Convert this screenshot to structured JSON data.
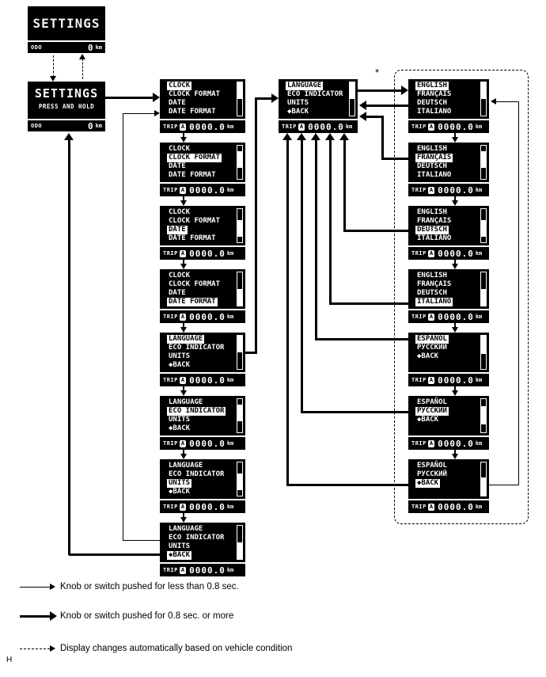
{
  "page": {
    "marker": "H",
    "footnote_marker": "*"
  },
  "colors": {
    "screen_bg": "#000000",
    "screen_fg": "#ffffff",
    "line": "#000000"
  },
  "display": {
    "odo": {
      "label": "ODO",
      "value": "0",
      "unit": "km"
    },
    "trip": {
      "label": "TRIP",
      "badge": "A",
      "value": "0000.0",
      "unit": "km"
    }
  },
  "screens": {
    "settings_idle": {
      "title": "SETTINGS"
    },
    "settings_hold": {
      "title": "SETTINGS",
      "subtitle": "PRESS AND HOLD"
    },
    "settings_menu_page1": {
      "items": [
        "CLOCK",
        "CLOCK FORMAT",
        "DATE",
        "DATE FORMAT"
      ]
    },
    "settings_menu_page2": {
      "items": [
        "LANGUAGE",
        "ECO INDICATOR",
        "UNITS",
        "◆BACK"
      ]
    },
    "language_menu_page1": {
      "items": [
        "ENGLISH",
        "FRANÇAIS",
        "DEUTSCH",
        "ITALIANO"
      ]
    },
    "language_menu_page2": {
      "items": [
        "ESPAÑOL",
        "РУССКИЙ",
        "◆BACK"
      ]
    }
  },
  "flow": {
    "settings_menu_sequence": [
      "CLOCK",
      "CLOCK FORMAT",
      "DATE",
      "DATE FORMAT",
      "LANGUAGE",
      "ECO INDICATOR",
      "UNITS",
      "◆BACK"
    ],
    "language_sequence": [
      "ENGLISH",
      "FRANÇAIS",
      "DEUTSCH",
      "ITALIANO",
      "ESPAÑOL",
      "РУССКИЙ",
      "◆BACK"
    ]
  },
  "legend": {
    "items": [
      {
        "arrow": "thin",
        "label": "Knob or switch pushed for less than 0.8 sec."
      },
      {
        "arrow": "thick",
        "label": "Knob or switch pushed for 0.8 sec. or more"
      },
      {
        "arrow": "dashed",
        "label": "Display changes automatically based on vehicle condition"
      }
    ]
  }
}
